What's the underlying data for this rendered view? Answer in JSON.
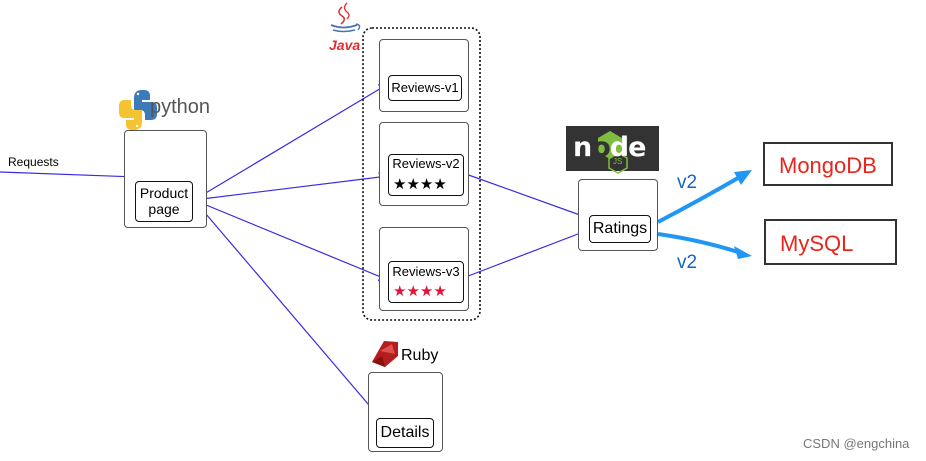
{
  "requests_label": "Requests",
  "python_logo_text": "python",
  "java_logo_text": "Java",
  "node_logo_text": "node",
  "node_js_badge": "JS",
  "ruby_logo_text": "Ruby",
  "services": {
    "productpage": "Product\npage",
    "reviews_v1": "Reviews-v1",
    "reviews_v2": "Reviews-v2",
    "reviews_v3": "Reviews-v3",
    "ratings": "Ratings",
    "details": "Details"
  },
  "stars": {
    "v2": "★★★★",
    "v3": "★★★★"
  },
  "databases": {
    "mongodb": "MongoDB",
    "mysql": "MySQL"
  },
  "edge_labels": {
    "to_mongodb": "v2",
    "to_mysql": "v2"
  },
  "watermark": "CSDN @engchina",
  "colors": {
    "arrow": "#3a2be0",
    "db_arrow": "#2196f3",
    "db_text": "#e8261d",
    "v3_stars": "#e5123a",
    "v2_stars": "#000000",
    "java_red": "#e32d2d",
    "ruby_red": "#b31d1d"
  }
}
